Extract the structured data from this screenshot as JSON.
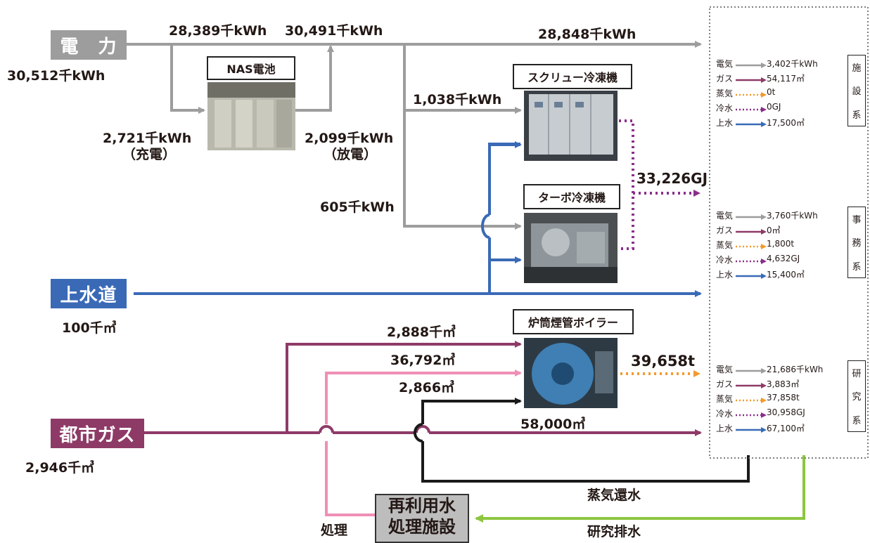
{
  "sources": {
    "electricity": {
      "label": "電　力",
      "total": "30,512千kWh",
      "color": "#9d9d9d"
    },
    "water": {
      "label": "上水道",
      "total": "100千㎥",
      "color": "#3a6ab6"
    },
    "gas": {
      "label": "都市ガス",
      "total": "2,946千㎥",
      "color": "#8e3a67"
    }
  },
  "flows": {
    "elec_to_nas_split": "28,389千kWh",
    "nas_merged": "30,491千kWh",
    "elec_to_facilities": "28,848千kWh",
    "to_screw": "1,038千kWh",
    "to_turbo": "605千kWh",
    "charge_value": "2,721千kWh",
    "charge_note": "（充電）",
    "discharge_value": "2,099千kWh",
    "discharge_note": "（放電）",
    "chilled_total": "33,226GJ",
    "gas_to_boiler": "2,888千㎥",
    "reuse_to_boiler": "36,792㎥",
    "steam_return_to_boiler": "2,866㎥",
    "gas_to_facilities": "58,000㎥",
    "steam_total": "39,658t",
    "steam_return_label": "蒸気還水",
    "research_drain_label": "研究排水",
    "treatment_label": "処理"
  },
  "equipment": {
    "nas": "NAS電池",
    "screw": "スクリュー冷凍機",
    "turbo": "ターボ冷凍機",
    "boiler": "炉筒煙管ボイラー",
    "reuse_line1": "再利用水",
    "reuse_line2": "処理施設"
  },
  "panels": [
    {
      "tag": [
        "施",
        "設",
        "系"
      ],
      "rows": [
        {
          "name": "電気",
          "value": "3,402千kWh",
          "type": "electric"
        },
        {
          "name": "ガス",
          "value": "54,117㎥",
          "type": "gas"
        },
        {
          "name": "蒸気",
          "value": "0t",
          "type": "steam"
        },
        {
          "name": "冷水",
          "value": "0GJ",
          "type": "chilled"
        },
        {
          "name": "上水",
          "value": "17,500㎥",
          "type": "water"
        }
      ]
    },
    {
      "tag": [
        "事",
        "務",
        "系"
      ],
      "rows": [
        {
          "name": "電気",
          "value": "3,760千kWh",
          "type": "electric"
        },
        {
          "name": "ガス",
          "value": "0㎥",
          "type": "gas"
        },
        {
          "name": "蒸気",
          "value": "1,800t",
          "type": "steam"
        },
        {
          "name": "冷水",
          "value": "4,632GJ",
          "type": "chilled"
        },
        {
          "name": "上水",
          "value": "15,400㎥",
          "type": "water"
        }
      ]
    },
    {
      "tag": [
        "研",
        "究",
        "系"
      ],
      "rows": [
        {
          "name": "電気",
          "value": "21,686千kWh",
          "type": "electric"
        },
        {
          "name": "ガス",
          "value": "3,883㎥",
          "type": "gas"
        },
        {
          "name": "蒸気",
          "value": "37,858t",
          "type": "steam"
        },
        {
          "name": "冷水",
          "value": "30,958GJ",
          "type": "chilled"
        },
        {
          "name": "上水",
          "value": "67,100㎥",
          "type": "water"
        }
      ]
    }
  ],
  "colors": {
    "electric": "#9d9d9d",
    "gas": "#8e3a67",
    "steam": "#f39a2e",
    "chilled": "#8a2f8a",
    "water": "#3a6ab6",
    "reuse_water": "#ef8fb6",
    "return_water": "#1a1a1a",
    "drain": "#8cc63f"
  },
  "icons": {
    "nas_photo": "nas-battery-room-photo",
    "screw_photo": "screw-chiller-photo",
    "turbo_photo": "turbo-chiller-photo",
    "boiler_photo": "boiler-photo"
  }
}
